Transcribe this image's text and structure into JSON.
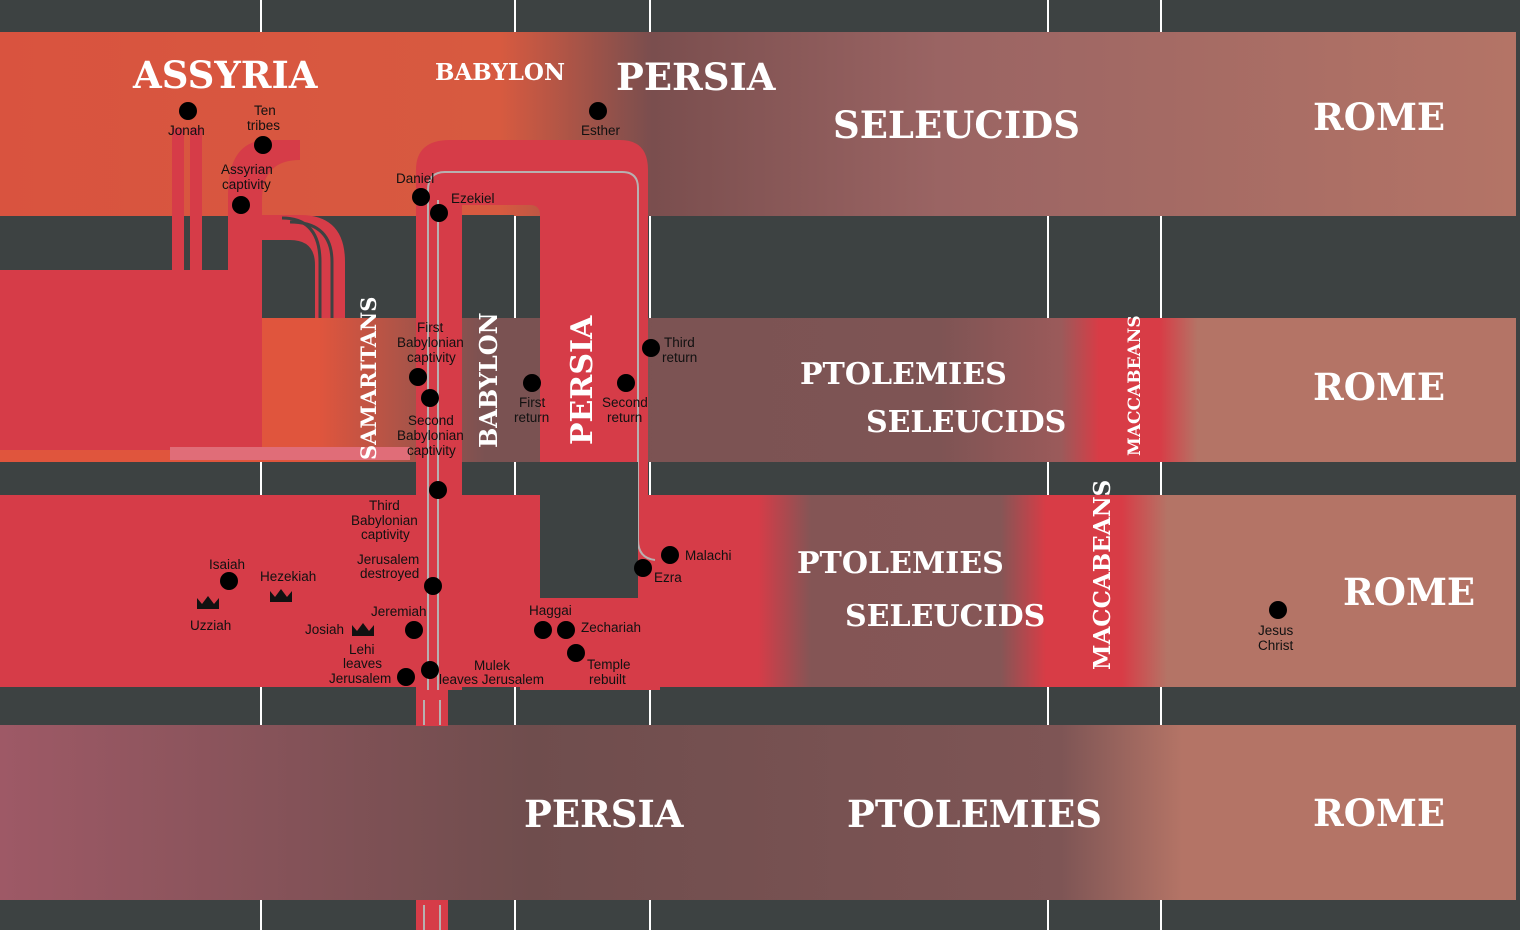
{
  "colors": {
    "background": "#3d4242",
    "gridline": "#ffffff",
    "assyria": "#d9533f",
    "babylon": "#d75a40",
    "persia": "#7b5252",
    "seleucids": "#a86c66",
    "ptolemies": "#7a5555",
    "rome": "#b47466",
    "maccabeans": "#d83c46",
    "israel_band": "#d63c48",
    "samaritans": "#e0553d",
    "bottom_band_start": "#9e5966",
    "event_dot": "#000000"
  },
  "bands": {
    "band1": {
      "empires": [
        "ASSYRIA",
        "BABYLON",
        "PERSIA",
        "SELEUCIDS",
        "ROME"
      ]
    },
    "band2": {
      "empires": [
        "SAMARITANS",
        "BABYLON",
        "PERSIA",
        "PTOLEMIES",
        "SELEUCIDS",
        "MACCABEANS",
        "ROME"
      ]
    },
    "band3": {
      "empires": [
        "PTOLEMIES",
        "SELEUCIDS",
        "MACCABEANS",
        "ROME"
      ]
    },
    "band4": {
      "empires": [
        "PERSIA",
        "PTOLEMIES",
        "ROME"
      ]
    }
  },
  "events": {
    "jonah": "Jonah",
    "ten_tribes": [
      "Ten",
      "tribes"
    ],
    "assyrian_captivity": [
      "Assyrian",
      "captivity"
    ],
    "esther": "Esther",
    "daniel": "Daniel",
    "ezekiel": "Ezekiel",
    "first_captivity": [
      "First",
      "Babylonian",
      "captivity"
    ],
    "second_captivity": [
      "Second",
      "Babylonian",
      "captivity"
    ],
    "first_return": [
      "First",
      "return"
    ],
    "second_return": [
      "Second",
      "return"
    ],
    "third_return": [
      "Third",
      "return"
    ],
    "third_captivity": [
      "Third",
      "Babylonian",
      "captivity"
    ],
    "jerusalem_destroyed": [
      "Jerusalem",
      "destroyed"
    ],
    "isaiah": "Isaiah",
    "hezekiah": "Hezekiah",
    "uzziah": "Uzziah",
    "josiah": "Josiah",
    "jeremiah": "Jeremiah",
    "lehi": [
      "Lehi",
      "leaves",
      "Jerusalem"
    ],
    "mulek": [
      "Mulek",
      "leaves Jerusalem"
    ],
    "haggai": "Haggai",
    "zechariah": "Zechariah",
    "temple_rebuilt": [
      "Temple",
      "rebuilt"
    ],
    "malachi": "Malachi",
    "ezra": "Ezra",
    "jesus": [
      "Jesus",
      "Christ"
    ]
  },
  "icons": {
    "king": "crown-icon",
    "event": "event-dot-icon"
  }
}
